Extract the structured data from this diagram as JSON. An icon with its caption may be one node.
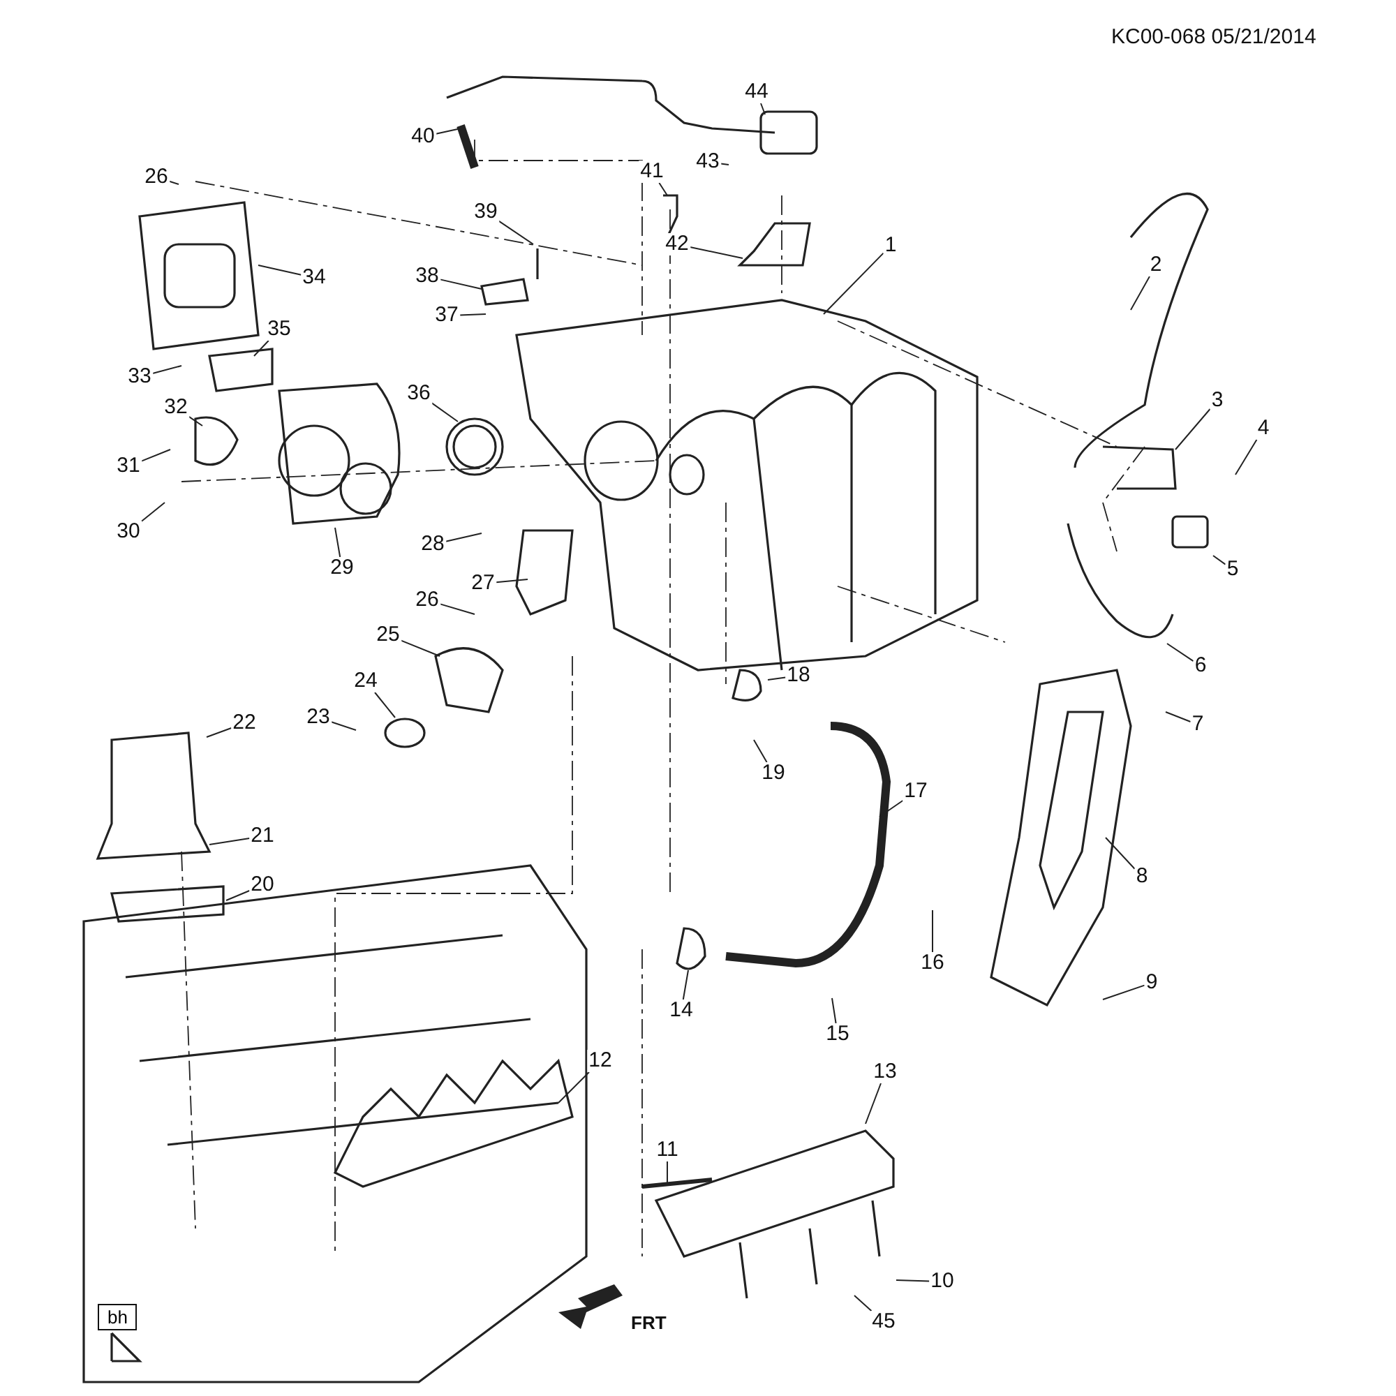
{
  "diagram": {
    "nodes": [
      {
        "text": [
          "1"
        ]
      },
      {
        "text": [
          "2"
        ]
      },
      {
        "text": [
          "3"
        ]
      },
      {
        "text": [
          "4"
        ]
      },
      {
        "text": [
          "5"
        ]
      },
      {
        "text": [
          "6"
        ]
      },
      {
        "text": [
          "7"
        ]
      },
      {
        "text": [
          "8"
        ]
      },
      {
        "text": [
          "9"
        ]
      },
      {
        "text": [
          "10"
        ]
      },
      {
        "text": [
          "11"
        ]
      },
      {
        "text": [
          "12"
        ]
      },
      {
        "text": [
          "13"
        ]
      },
      {
        "text": [
          "14"
        ]
      },
      {
        "text": [
          "15"
        ]
      },
      {
        "text": [
          "16"
        ]
      },
      {
        "text": [
          "17"
        ]
      },
      {
        "text": [
          "18"
        ]
      },
      {
        "text": [
          "19"
        ]
      },
      {
        "text": [
          "20"
        ]
      },
      {
        "text": [
          "21"
        ]
      },
      {
        "text": [
          "22"
        ]
      },
      {
        "text": [
          "23"
        ]
      },
      {
        "text": [
          "24"
        ]
      },
      {
        "text": [
          "25"
        ]
      },
      {
        "text": [
          "26"
        ]
      },
      {
        "text": [
          "26"
        ]
      },
      {
        "text": [
          "27"
        ]
      },
      {
        "text": [
          "28"
        ]
      },
      {
        "text": [
          "29"
        ]
      },
      {
        "text": [
          "30"
        ]
      },
      {
        "text": [
          "31"
        ]
      },
      {
        "text": [
          "32"
        ]
      },
      {
        "text": [
          "33"
        ]
      },
      {
        "text": [
          "34"
        ]
      },
      {
        "text": [
          "35"
        ]
      },
      {
        "text": [
          "36"
        ]
      },
      {
        "text": [
          "37"
        ]
      },
      {
        "text": [
          "38"
        ]
      },
      {
        "text": [
          "39"
        ]
      },
      {
        "text": [
          "40"
        ]
      },
      {
        "text": [
          "41"
        ]
      },
      {
        "text": [
          "42"
        ]
      },
      {
        "text": [
          "43"
        ]
      },
      {
        "text": [
          "44"
        ]
      },
      {
        "text": [
          "45"
        ]
      },
      {
        "text": [
          "bh"
        ]
      }
    ],
    "edges": [
      {
        "from": 0,
        "to": null,
        "arrow": "none"
      },
      {
        "from": 1,
        "to": null,
        "arrow": "none"
      },
      {
        "from": 2,
        "to": null,
        "arrow": "none"
      },
      {
        "from": 3,
        "to": null,
        "arrow": "none"
      },
      {
        "from": 4,
        "to": null,
        "arrow": "none"
      },
      {
        "from": 5,
        "to": null,
        "arrow": "none"
      },
      {
        "from": 6,
        "to": null,
        "arrow": "none"
      },
      {
        "from": 7,
        "to": null,
        "arrow": "none"
      },
      {
        "from": 8,
        "to": null,
        "arrow": "none"
      },
      {
        "from": 9,
        "to": null,
        "arrow": "none"
      },
      {
        "from": 10,
        "to": null,
        "arrow": "none"
      },
      {
        "from": 11,
        "to": null,
        "arrow": "none"
      },
      {
        "from": 12,
        "to": null,
        "arrow": "none"
      },
      {
        "from": 13,
        "to": null,
        "arrow": "none"
      },
      {
        "from": 14,
        "to": null,
        "arrow": "none"
      },
      {
        "from": 15,
        "to": null,
        "arrow": "none"
      },
      {
        "from": 16,
        "to": null,
        "arrow": "none"
      },
      {
        "from": 17,
        "to": null,
        "arrow": "none"
      },
      {
        "from": 18,
        "to": null,
        "arrow": "none"
      },
      {
        "from": 19,
        "to": null,
        "arrow": "none"
      },
      {
        "from": 20,
        "to": null,
        "arrow": "none"
      },
      {
        "from": 21,
        "to": null,
        "arrow": "none"
      },
      {
        "from": 22,
        "to": null,
        "arrow": "none"
      },
      {
        "from": 23,
        "to": null,
        "arrow": "none"
      },
      {
        "from": 24,
        "to": null,
        "arrow": "none"
      },
      {
        "from": 25,
        "to": null,
        "arrow": "none"
      },
      {
        "from": 26,
        "to": null,
        "arrow": "none"
      },
      {
        "from": 27,
        "to": null,
        "arrow": "none"
      },
      {
        "from": 28,
        "to": null,
        "arrow": "none"
      },
      {
        "from": 29,
        "to": null,
        "arrow": "none"
      },
      {
        "from": 30,
        "to": null,
        "arrow": "none"
      },
      {
        "from": 31,
        "to": null,
        "arrow": "none"
      },
      {
        "from": 32,
        "to": null,
        "arrow": "none"
      },
      {
        "from": 33,
        "to": null,
        "arrow": "none"
      },
      {
        "from": 34,
        "to": null,
        "arrow": "none"
      },
      {
        "from": 35,
        "to": null,
        "arrow": "none"
      },
      {
        "from": 36,
        "to": null,
        "arrow": "none"
      },
      {
        "from": 37,
        "to": null,
        "arrow": "none"
      },
      {
        "from": 38,
        "to": null,
        "arrow": "none"
      },
      {
        "from": 39,
        "to": null,
        "arrow": "none"
      },
      {
        "from": 40,
        "to": null,
        "arrow": "none"
      },
      {
        "from": 41,
        "to": null,
        "arrow": "none"
      },
      {
        "from": 42,
        "to": null,
        "arrow": "none"
      },
      {
        "from": 43,
        "to": null,
        "arrow": "none"
      },
      {
        "from": 44,
        "to": null,
        "arrow": "none"
      },
      {
        "from": 45,
        "to": null,
        "arrow": "none"
      }
    ],
    "labels": [
      "KC00-068 05/21/2014",
      "FRT"
    ]
  }
}
